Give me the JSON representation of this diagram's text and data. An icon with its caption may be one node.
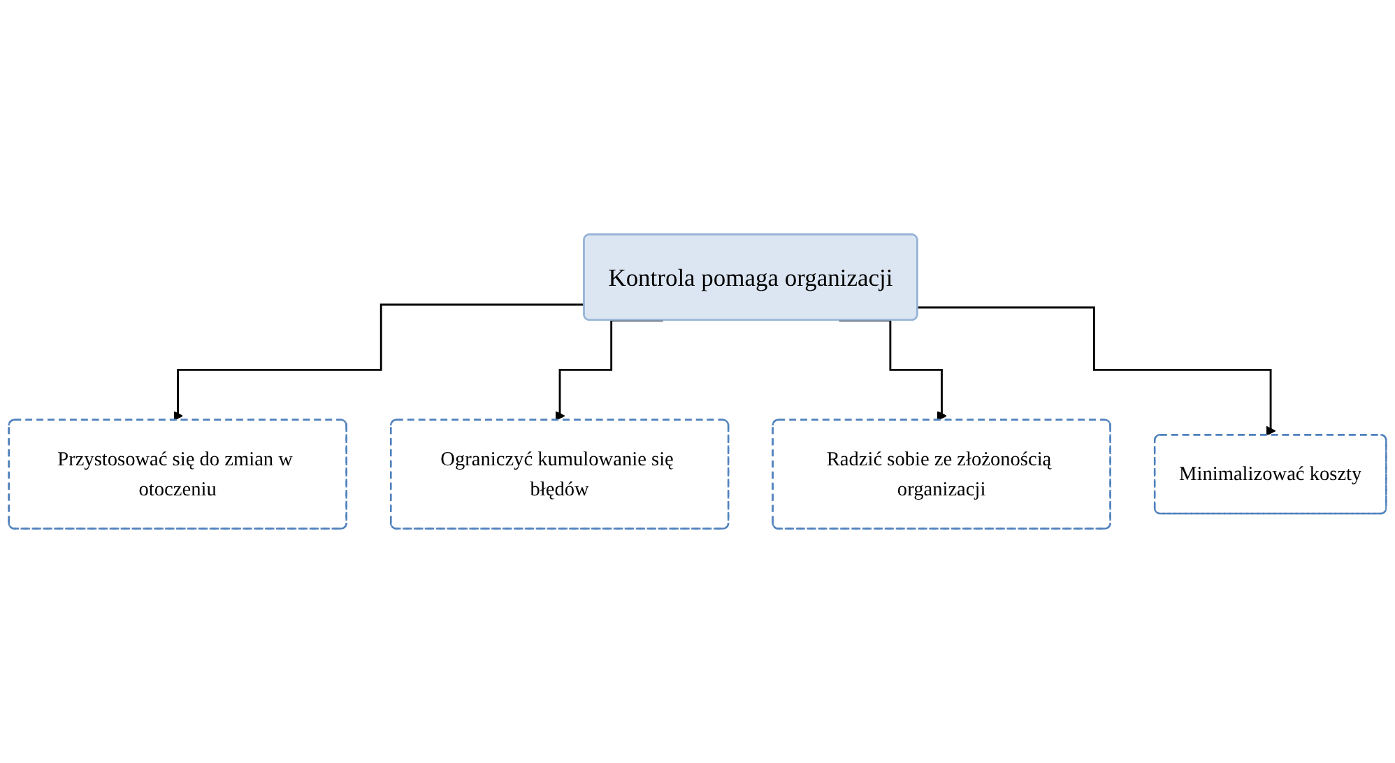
{
  "diagram": {
    "nodes": [
      {
        "text": [
          "Przystosować się do zmian w otoczeniu"
        ]
      },
      {
        "text": [
          "Ograniczyć kumulowanie się błędów"
        ]
      },
      {
        "text": [
          "Kontrola pomaga organizacji"
        ]
      },
      {
        "text": [
          "Radzić sobie ze złożonością organizacji"
        ]
      },
      {
        "text": [
          "Minimalizować koszty"
        ]
      }
    ],
    "edges": [
      {
        "from": 2,
        "to": 0,
        "arrow": "to"
      },
      {
        "from": 2,
        "to": 1,
        "arrow": "to"
      },
      {
        "from": 2,
        "to": 3,
        "arrow": "to"
      },
      {
        "from": 2,
        "to": 4,
        "arrow": "to"
      }
    ]
  }
}
